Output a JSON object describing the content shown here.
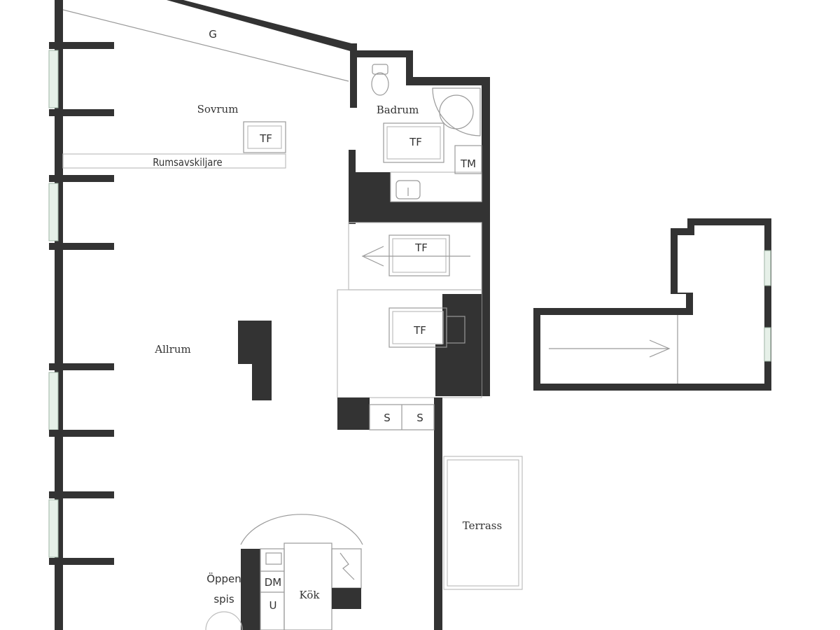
{
  "rooms": {
    "sovrum": "Sovrum",
    "badrum": "Badrum",
    "allrum": "Allrum",
    "terrass": "Terrass",
    "kok": "Kök",
    "oppen_spis_line1": "Öppen",
    "oppen_spis_line2": "spis"
  },
  "labels": {
    "g": "G",
    "rumsavskiljare": "Rumsavskiljare",
    "tf": "TF",
    "tm": "TM",
    "s": "S",
    "dm": "DM",
    "u": "U"
  },
  "colors": {
    "wall": "#333333",
    "fixture_line": "#9a9a9a",
    "window_glass": "#e6f0e8"
  }
}
